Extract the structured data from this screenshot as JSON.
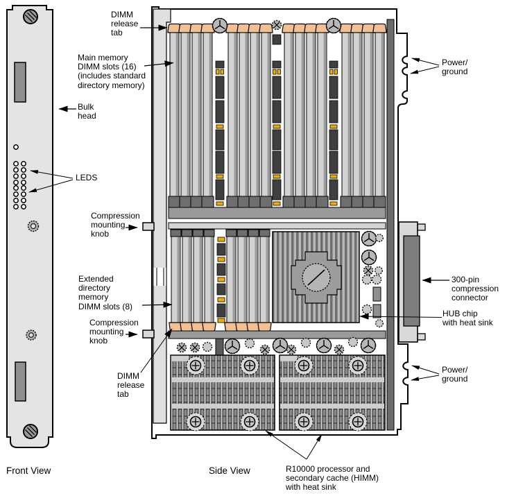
{
  "views": {
    "front_caption": "Front View",
    "side_caption": "Side View"
  },
  "callouts": {
    "dimm_release_tab_top": "DIMM\nrelease\ntab",
    "main_memory_dimm_slots": "Main memory\nDIMM slots (16)\n(includes standard\ndirectory memory)",
    "bulk_head": "Bulk\nhead",
    "leds": "LEDS",
    "compression_mounting_knob_top": "Compression\nmounting\nknob",
    "extended_directory_memory": "Extended\ndirectory\nmemory\nDIMM slots (8)",
    "compression_mounting_knob_bottom": "Compression\nmounting\nknob",
    "dimm_release_tab_bottom": "DIMM\nrelease\ntab",
    "power_ground_top": "Power/\nground",
    "compression_connector_300pin": "300-pin\ncompression\nconnector",
    "hub_chip": "HUB chip\nwith heat sink",
    "power_ground_bottom": "Power/\nground",
    "r10000_processor": "R10000 processor and\nsecondary cache (HIMM)\nwith heat sink"
  },
  "components": {
    "main_memory_dimm_count": "16",
    "extended_directory_dimm_count": "8",
    "front_panel_items": [
      "captive-screw",
      "vent-slot",
      "status-hole",
      "led-array",
      "compression-knob"
    ],
    "board_items": [
      "dimm-release-tabs",
      "dimm-slots",
      "hub-chip-heatsink",
      "r10000-heatsinks",
      "300pin-connector",
      "power-ground-notches"
    ]
  },
  "colors": {
    "background": "#ffffff",
    "panel_gray": "#e4e4e4",
    "bar_gray": "#9a9a9a",
    "dimm_body": "#d2d2d2",
    "dimm_footer": "#6e6e6e",
    "release_tab_tan": "#f2c091",
    "chip_dark": "#3f3f3f",
    "component_yellow": "#f2ae00",
    "edge_strip": "#6a6a6a",
    "heatsink_fin": "#8a8a8a",
    "heatsink_plate": "#cfcfcf",
    "outline": "#000000"
  }
}
